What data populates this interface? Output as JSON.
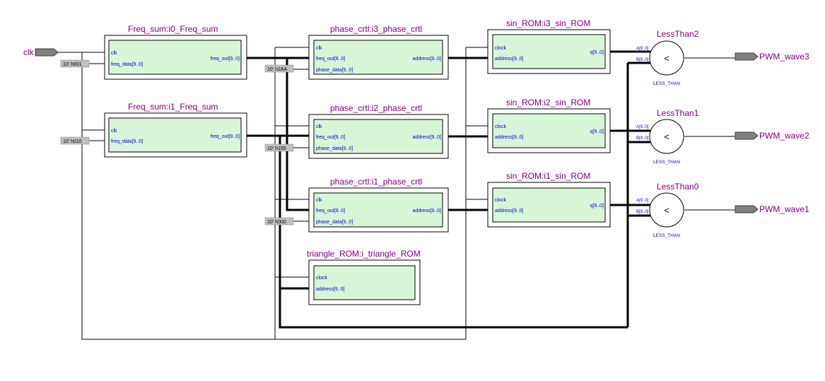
{
  "inputs": {
    "clk": "clk"
  },
  "outputs": {
    "pwm3": "PWM_wave3",
    "pwm2": "PWM_wave2",
    "pwm1": "PWM_wave1"
  },
  "constants": {
    "c001": "10' h001",
    "c010": "10' h010",
    "c2AA": "10' h2AA",
    "c155": "10' h155",
    "c000": "10' h000"
  },
  "freq0": {
    "title": "Freq_sum:i0_Freq_sum",
    "clk": "clk",
    "in": "freq_data[9..0]",
    "out": "freq_out[9..0]"
  },
  "freq1": {
    "title": "Freq_sum:i1_Freq_sum",
    "clk": "clk",
    "in": "freq_data[9..0]",
    "out": "freq_out[9..0]"
  },
  "phase3": {
    "title": "phase_crtl:i3_phase_crtl",
    "clk": "clk",
    "in1": "freq_out[9..0]",
    "in2": "phase_data[9..0]",
    "out": "address[9..0]"
  },
  "phase2": {
    "title": "phase_crtl:i2_phase_crtl",
    "clk": "clk",
    "in1": "freq_out[9..0]",
    "in2": "phase_data[9..0]",
    "out": "address[9..0]"
  },
  "phase1": {
    "title": "phase_crtl:i1_phase_crtl",
    "clk": "clk",
    "in1": "freq_out[9..0]",
    "in2": "phase_data[9..0]",
    "out": "address[9..0]"
  },
  "tri": {
    "title": "triangle_ROM:i_triangle_ROM",
    "clk": "clock",
    "in": "address[9..0]"
  },
  "rom3": {
    "title": "sin_ROM:i3_sin_ROM",
    "clk": "clock",
    "in": "address[9..0]",
    "out": "q[9..0]"
  },
  "rom2": {
    "title": "sin_ROM:i2_sin_ROM",
    "clk": "clock",
    "in": "address[9..0]",
    "out": "q[9..0]"
  },
  "rom1": {
    "title": "sin_ROM:i1_sin_ROM",
    "clk": "clock",
    "in": "address[9..0]",
    "out": "q[9..0]"
  },
  "cmp2": {
    "title": "LessThan2",
    "a": "A[9..0]",
    "b": "B[9..0]",
    "sym": "<",
    "sub": "LESS_THAN"
  },
  "cmp1": {
    "title": "LessThan1",
    "a": "A[9..0]",
    "b": "B[9..0]",
    "sym": "<",
    "sub": "LESS_THAN"
  },
  "cmp0": {
    "title": "LessThan0",
    "a": "A[9..0]",
    "b": "B[9..0]",
    "sym": "<",
    "sub": "LESS_THAN"
  }
}
